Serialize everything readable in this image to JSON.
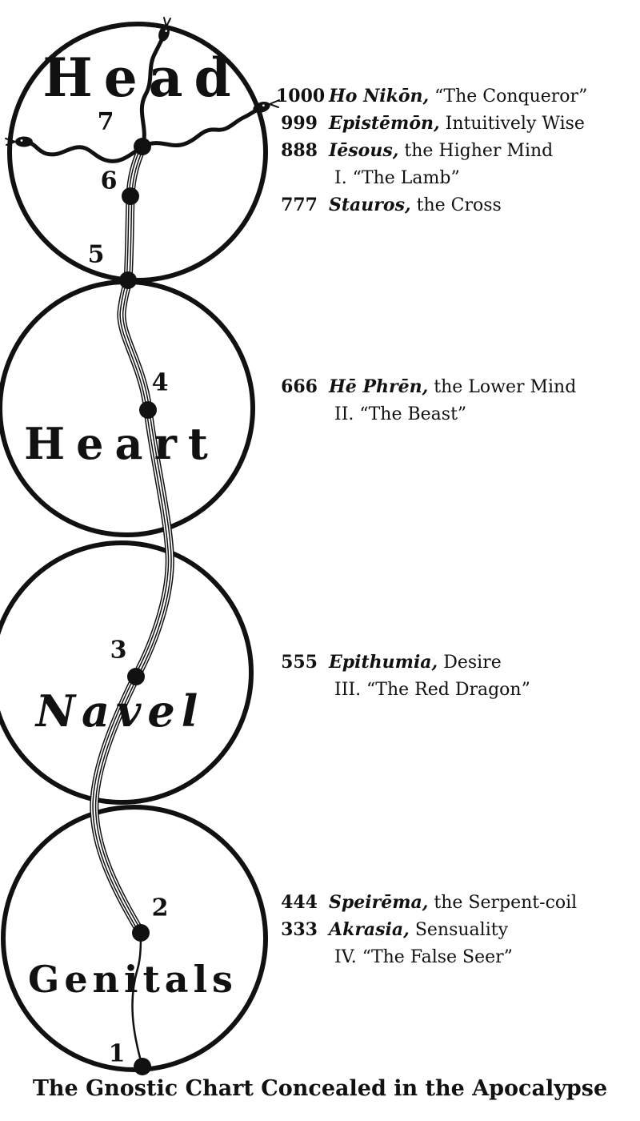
{
  "caption": "The Gnostic Chart Concealed in the Apocalypse",
  "colors": {
    "ink": "#111111",
    "paper": "#ffffff"
  },
  "centers": [
    {
      "label": "Head"
    },
    {
      "label": "Heart"
    },
    {
      "label": "Navel"
    },
    {
      "label": "Genitals"
    }
  ],
  "points": [
    "1",
    "2",
    "3",
    "4",
    "5",
    "6",
    "7"
  ],
  "annotations": [
    {
      "id": "head",
      "lines": [
        {
          "num": "1000",
          "term": "Ho Nikōn,",
          "rest": "“The Conqueror”"
        },
        {
          "num": "999",
          "term": "Epistēmōn,",
          "rest": "Intuitively Wise"
        },
        {
          "num": "888",
          "term": "Iēsous,",
          "rest": "the Higher Mind"
        },
        {
          "num": "",
          "term": "",
          "rest": "I. “The Lamb”"
        },
        {
          "num": "777",
          "term": "Stauros,",
          "rest": "the Cross"
        }
      ]
    },
    {
      "id": "heart",
      "lines": [
        {
          "num": "666",
          "term": "Hē Phrēn,",
          "rest": "the Lower Mind"
        },
        {
          "num": "",
          "term": "",
          "rest": "II. “The Beast”"
        }
      ]
    },
    {
      "id": "navel",
      "lines": [
        {
          "num": "555",
          "term": "Epithumia,",
          "rest": "Desire"
        },
        {
          "num": "",
          "term": "",
          "rest": "III. “The Red Dragon”"
        }
      ]
    },
    {
      "id": "genitals",
      "lines": [
        {
          "num": "444",
          "term": "Speirēma,",
          "rest": "the Serpent-coil"
        },
        {
          "num": "333",
          "term": "Akrasia,",
          "rest": "Sensuality"
        },
        {
          "num": "",
          "term": "",
          "rest": "IV. “The False Seer”"
        }
      ]
    }
  ]
}
